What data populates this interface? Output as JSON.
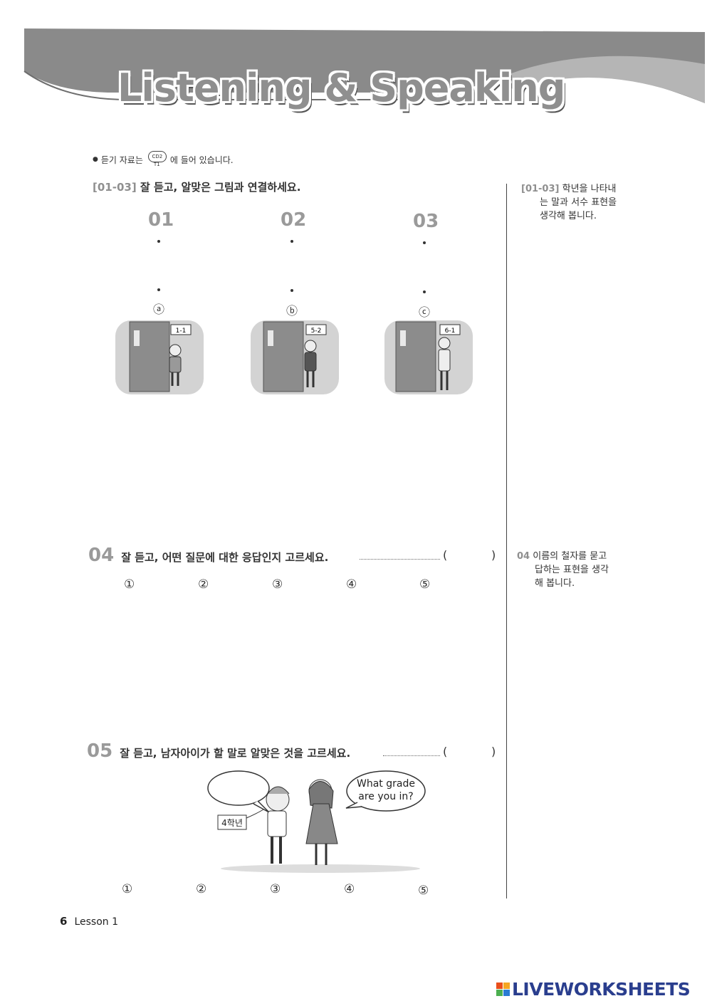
{
  "header": {
    "title": "Listening & Speaking"
  },
  "note": {
    "text_before": "듣기 자료는",
    "cd_label": "CD2",
    "track_label": "T1",
    "text_after": "에 들어 있습니다."
  },
  "q1_3": {
    "code": "[01-03]",
    "instruction": "잘 듣고, 알맞은 그림과 연결하세요.",
    "numbers": [
      "01",
      "02",
      "03"
    ],
    "letters": [
      "ⓐ",
      "ⓑ",
      "ⓒ"
    ],
    "class_labels": [
      "1-1",
      "5-2",
      "6-1"
    ]
  },
  "q4": {
    "number": "04",
    "instruction": "잘 듣고, 어떤 질문에 대한 응답인지 고르세요.",
    "paren_open": "(",
    "paren_close": ")",
    "choices": [
      "①",
      "②",
      "③",
      "④",
      "⑤"
    ]
  },
  "q5": {
    "number": "05",
    "instruction": "잘 듣고, 남자아이가 할 말로 알맞은 것을 고르세요.",
    "paren_open": "(",
    "paren_close": ")",
    "speech_girl_line1": "What grade",
    "speech_girl_line2": "are you in?",
    "grade_tag": "4학년",
    "choices": [
      "①",
      "②",
      "③",
      "④",
      "⑤"
    ]
  },
  "sidebar": {
    "tip1_code": "[01-03]",
    "tip1_line1": "학년을 나타내",
    "tip1_line2": "는 말과 서수 표현을",
    "tip1_line3": "생각해 봅니다.",
    "tip2_code": "04",
    "tip2_line1": "이름의 철자를 묻고",
    "tip2_line2": "답하는 표현을 생각",
    "tip2_line3": "해 봅니다."
  },
  "footer": {
    "page_number": "6",
    "lesson": "Lesson 1"
  },
  "watermark": {
    "text": "LIVEWORKSHEETS"
  },
  "colors": {
    "banner": "#8a8a8a",
    "banner_light": "#b5b5b5",
    "watermark_blue": "#2a3e8e"
  }
}
